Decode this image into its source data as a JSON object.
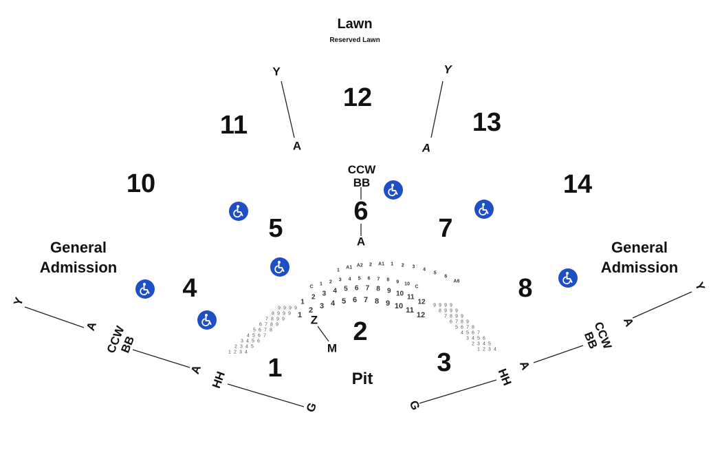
{
  "header": {
    "title": "Lawn",
    "subtitle": "Reserved Lawn"
  },
  "sections": {
    "s1": "1",
    "s2": "2",
    "s3": "3",
    "s4": "4",
    "s5": "5",
    "s6": "6",
    "s7": "7",
    "s8": "8",
    "s10": "10",
    "s11": "11",
    "s12": "12",
    "s13": "13",
    "s14": "14"
  },
  "areas": {
    "pit": "Pit",
    "ga_left_line1": "General",
    "ga_left_line2": "Admission",
    "ga_right_line1": "General",
    "ga_right_line2": "Admission"
  },
  "row_labels": {
    "y": "Y",
    "a": "A",
    "ccw": "CCW",
    "bb": "BB",
    "hh": "HH",
    "g": "G",
    "z": "Z",
    "m": "M"
  },
  "pit_rows": {
    "front_row": [
      "1",
      "2",
      "3",
      "4",
      "5",
      "6",
      "7",
      "8",
      "9",
      "10",
      "11",
      "12"
    ],
    "second_row": [
      "1",
      "2",
      "3",
      "4",
      "5",
      "6",
      "7",
      "8",
      "9",
      "10",
      "11",
      "12"
    ],
    "third_row": [
      "C",
      "1",
      "2",
      "3",
      "4",
      "5",
      "6",
      "7",
      "8",
      "9",
      "10",
      "C"
    ],
    "back_row": [
      "1",
      "A1",
      "A2",
      "2",
      "A1",
      "1",
      "2",
      "3",
      "4",
      "5",
      "6",
      "A6"
    ]
  },
  "icons": {
    "accessible": "wheelchair-icon",
    "accessible_color": "#1f4fc4"
  }
}
